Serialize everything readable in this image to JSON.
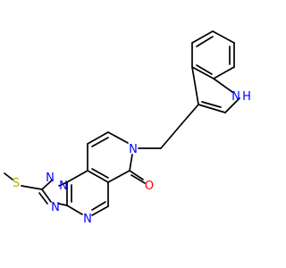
{
  "molecule": {
    "bond_color": "#000000",
    "heteroatom_color": "#0000ff",
    "oxygen_color": "#ff0000",
    "sulfur_color": "#b2b200",
    "atom_labels": {
      "indole_nh": "N",
      "indole_h": "H",
      "pyridone_n": "N",
      "carbonyl_o": "O",
      "triazole_n_bridge": "N",
      "triazole_n2": "N",
      "triazole_n4": "N",
      "pyrimidine_n": "N",
      "thioether_s": "S"
    }
  }
}
